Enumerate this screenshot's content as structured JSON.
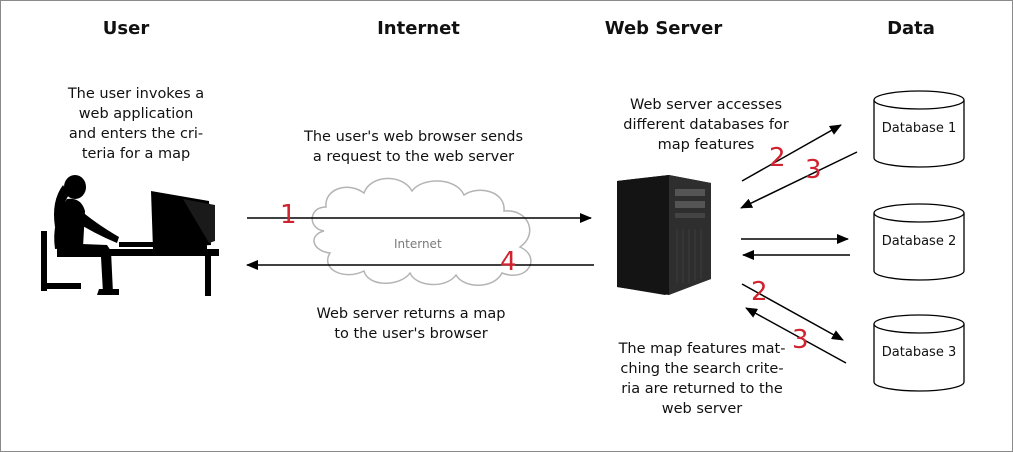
{
  "columns": {
    "user": "User",
    "internet": "Internet",
    "web_server": "Web Server",
    "data": "Data"
  },
  "notes": {
    "user_invokes": [
      "The user invokes a",
      "web application",
      "and enters the cri-",
      "teria for a map"
    ],
    "browser_sends": [
      "The user's web browser sends",
      "a request to the web server"
    ],
    "server_returns": [
      "Web server returns a map",
      "to the user's browser"
    ],
    "server_accesses": [
      "Web server accesses",
      "different databases for",
      "map features"
    ],
    "features_returned": [
      "The map features mat-",
      "ching the search crite-",
      "ria are returned to the",
      "web server"
    ]
  },
  "cloud_label": "Internet",
  "databases": [
    "Database 1",
    "Database 2",
    "Database 3"
  ],
  "steps": {
    "request": "1",
    "return_map": "4",
    "db1_query": "2",
    "db1_return": "3",
    "db3_query": "2",
    "db3_return": "3"
  },
  "colors": {
    "step_number": "#d0232f",
    "line": "#000000",
    "cloud_stroke": "#b4b4b4"
  },
  "icons": {
    "user": "user-at-computer-icon",
    "server": "server-tower-icon",
    "database": "database-cylinder-icon",
    "cloud": "internet-cloud-icon"
  }
}
